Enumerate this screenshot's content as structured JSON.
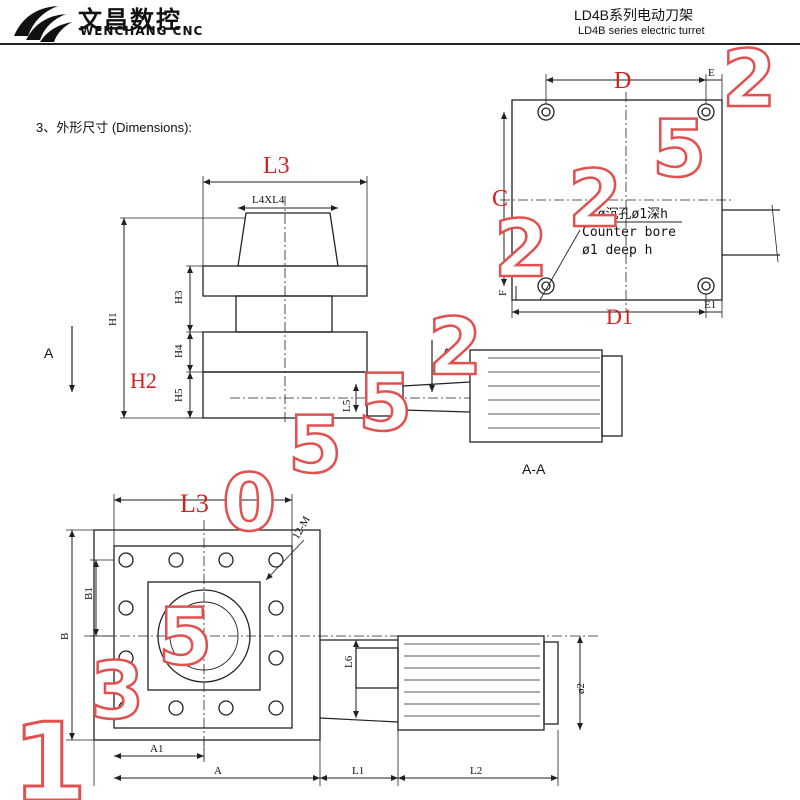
{
  "header": {
    "logo_cn": "文昌数控",
    "logo_en": "WENCHANG CNC",
    "title_cn": "LD4B系列电动刀架",
    "title_en": "LD4B series electric turret"
  },
  "section_title": "3、外形尺寸 (Dimensions):",
  "labels": {
    "L3_top": "L3",
    "L4XL4": "L4XL4",
    "H1": "H1",
    "H2": "H2",
    "H3": "H3",
    "H4": "H4",
    "H5": "H5",
    "L5": "L5",
    "A_left": "A",
    "A_mid": "A",
    "AA": "A-A",
    "D": "D",
    "E": "E",
    "C": "C",
    "F": "F",
    "D1": "D1",
    "E1": "E1",
    "note1": "4-ø沉孔ø1深h",
    "note2": "Counter bore",
    "note3": "ø1 deep h",
    "L3_bottom": "L3",
    "M": "12-M",
    "B": "B",
    "B1": "B1",
    "L6": "L6",
    "phi2": "ø2",
    "A1": "A1",
    "A_bottom": "A",
    "L1": "L1",
    "L2": "L2"
  },
  "watermark_digits": [
    "2",
    "5",
    "2",
    "2",
    "2",
    "5",
    "5",
    "0",
    "3",
    "5",
    "1"
  ],
  "colors": {
    "line": "#222222",
    "accent_red": "#d42020",
    "watermark": "#e25050"
  }
}
